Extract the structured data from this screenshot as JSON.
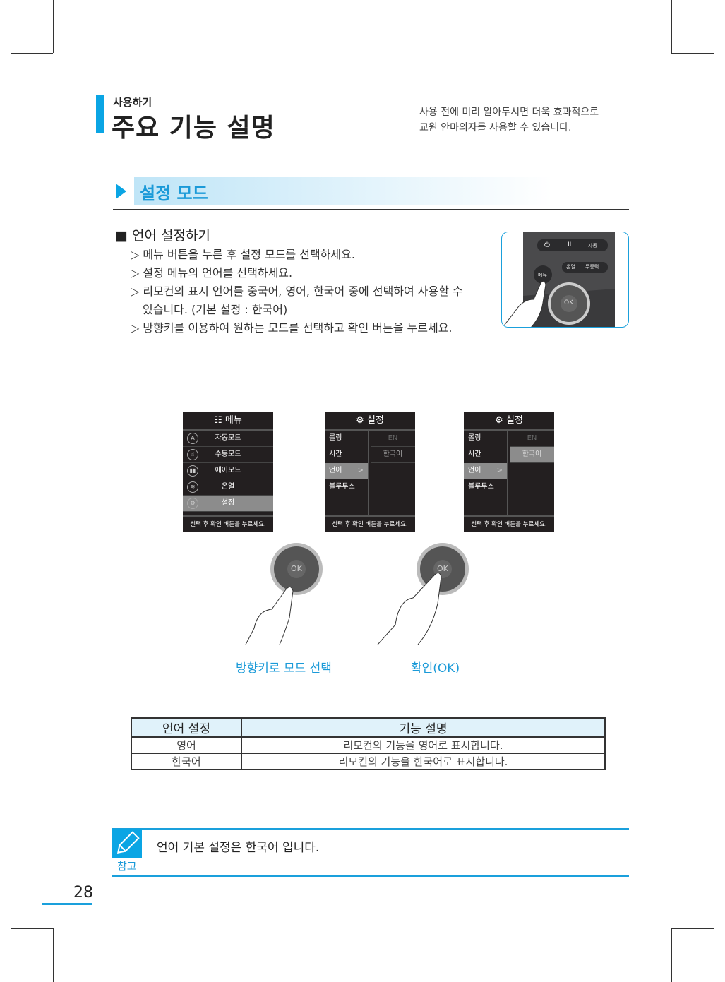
{
  "header": {
    "section": "사용하기",
    "title": "주요 기능 설명",
    "intro_line1": "사용 전에 미리 알아두시면 더욱 효과적으로",
    "intro_line2": "교원 안마의자를 사용할 수 있습니다."
  },
  "section_title": "설정 모드",
  "subsection": "■ 언어 설정하기",
  "steps": [
    "▷ 메뉴 버튼을 누른 후 설정 모드를 선택하세요.",
    "▷ 설정 메뉴의 언어를 선택하세요.",
    "▷ 리모컨의 표시 언어를 중국어, 영어, 한국어 중에 선택하여 사용할 수 있습니다. (기본 설정 : 한국어)",
    "▷ 방향키를 이용하여 원하는 모드를 선택하고 확인 버튼을 누르세요."
  ],
  "remote": {
    "power": "⏻",
    "pause": "II",
    "auto": "자동",
    "heat": "온열",
    "nogravity": "무중력",
    "menu": "메뉴",
    "ok": "OK"
  },
  "screen1": {
    "title": "☷ 메뉴",
    "items": [
      {
        "icon": "A",
        "label": "자동모드"
      },
      {
        "icon": "☝",
        "label": "수동모드"
      },
      {
        "icon": "▮▮",
        "label": "에어모드"
      },
      {
        "icon": "≋",
        "label": "온열"
      },
      {
        "icon": "⚙",
        "label": "설정"
      }
    ],
    "footer": "선택 후 확인 버튼을 누르세요."
  },
  "screen2": {
    "title": "⚙ 설정",
    "left": [
      "롤링",
      "시간",
      "언어",
      "블루투스"
    ],
    "right": [
      "EN",
      "한국어"
    ],
    "arrow": ">",
    "footer": "선택 후 확인 버튼을 누르세요."
  },
  "screen3": {
    "title": "⚙ 설정",
    "left": [
      "롤링",
      "시간",
      "언어",
      "블루투스"
    ],
    "right": [
      "EN",
      "한국어"
    ],
    "arrow": ">",
    "footer": "선택 후 확인 버튼을 누르세요."
  },
  "dial": {
    "ok": "OK"
  },
  "captions": [
    "방향키로 모드 선택",
    "확인(OK)"
  ],
  "table": {
    "headers": [
      "언어 설정",
      "기능 설명"
    ],
    "rows": [
      [
        "영어",
        "리모컨의 기능을 영어로 표시합니다."
      ],
      [
        "한국어",
        "리모컨의 기능을 한국어로 표시합니다."
      ]
    ]
  },
  "note": {
    "label": "참고",
    "text": "언어 기본 설정은 한국어 입니다."
  },
  "page_number": "28",
  "colors": {
    "accent": "#0aa5e4",
    "screen_bg": "#231f20"
  }
}
